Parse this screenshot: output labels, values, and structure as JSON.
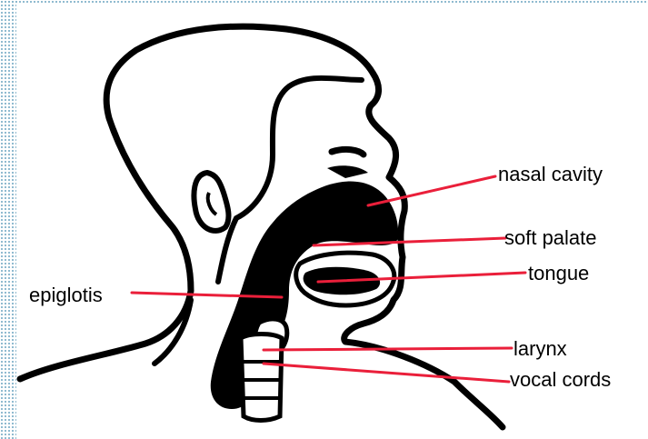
{
  "labels": {
    "nasal_cavity": "nasal cavity",
    "soft_palate": "soft palate",
    "tongue": "tongue",
    "epiglottis": "epiglotis",
    "larynx": "larynx",
    "vocal_cords": "vocal cords"
  },
  "colors": {
    "pointer": "#ea1f3a",
    "ink": "#000000",
    "frame": "#7fb0c8"
  }
}
